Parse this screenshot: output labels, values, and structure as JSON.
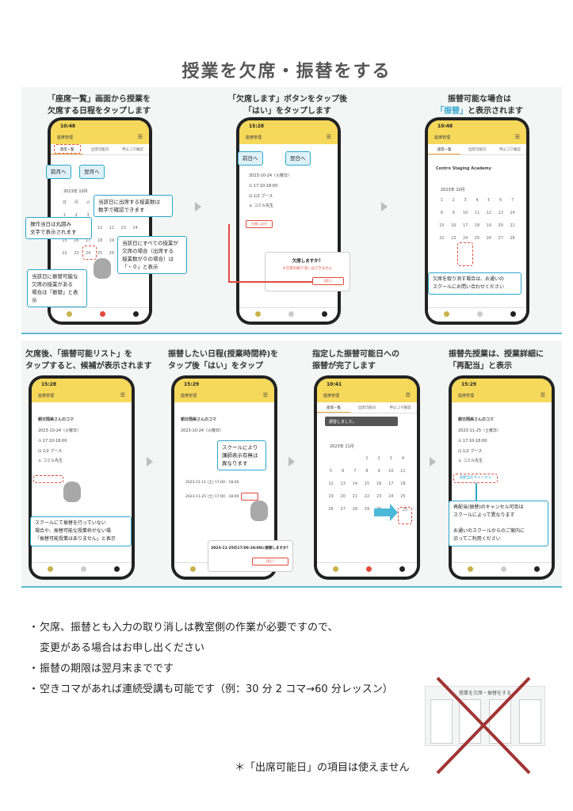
{
  "title": "授業を欠席・振替をする",
  "row1": {
    "step1": {
      "caption_l1": "「座席一覧」画面から授業を",
      "caption_l2": "欠席する日程をタップします"
    },
    "step2": {
      "caption_l1": "「欠席します」ボタンをタップ後",
      "caption_l2": "「はい」をタップします"
    },
    "step3": {
      "caption_l1": "振替可能な場合は",
      "caption_l2_hl": "「振替」",
      "caption_l2_rest": "と表示されます"
    }
  },
  "row2": {
    "step4": {
      "caption_l1": "欠席後、「振替可能リスト」を",
      "caption_l2": "タップすると、候補が表示されます"
    },
    "step5": {
      "caption_l1": "振替したい日程(授業時間枠)を",
      "caption_l2": "タップ後「はい」をタップ"
    },
    "step6": {
      "caption_l1": "指定した振替可能日への",
      "caption_l2": "振替が完了します"
    },
    "step7": {
      "caption_l1": "振替先授業は、授業詳細に",
      "caption_l2": "「再配当」と表示"
    }
  },
  "phone1": {
    "time": "10:48",
    "app": "座席管理",
    "tabs": [
      "座席一覧",
      "出席可能日",
      "申込コマ確認"
    ],
    "month": "2023年 10月",
    "callouts": {
      "prev": "前月へ",
      "next": "翌月へ",
      "count": "当該日に出席する授業数は\n数字で確認できます",
      "today": "操作当日は丸囲み\n文字で表示されます",
      "absent_all": "当該日にすべての授業が\n欠席の場合（出席する\n授業数が０の場合）は\n「・０」と表示",
      "transfer": "当該日に振替可能な\n欠席の授業がある\n場合は「振替」と表示"
    },
    "transfer_hl": "振替"
  },
  "phone2": {
    "time": "15:28",
    "app": "座席管理",
    "prev": "前日へ",
    "next": "翌日へ",
    "date": "2023-10-24（火曜日）",
    "dialog_title": "欠席しますか？",
    "dialog_sub": "※欠席の取り消しはできません",
    "yes": "はい"
  },
  "phone3": {
    "time": "10:48",
    "app": "座席管理",
    "tabs": [
      "座席一覧",
      "出席可能日",
      "申込コマ確認"
    ],
    "school": "Contro Staging Academy",
    "month": "2023年 10月",
    "note": "欠席を取り消す場合は、お通いの\nスクールにお問い合わせください"
  },
  "phone4": {
    "time": "15:28",
    "app": "座席管理",
    "name": "朝日翔美さんのコマ",
    "date": "2023-10-24（火曜日）",
    "note": "スクールにて振替を行っていない\n場合や、振替可能な授業枠がない場\n「振替可能授業はありません」と表示"
  },
  "phone5": {
    "time": "15:29",
    "app": "座席管理",
    "name": "朝日翔美さんのコマ",
    "date": "2023-10-24（火曜日）",
    "callout": "スクールにより\n講師表示有無は\n異なります",
    "slot1": "2023-11-11 (土) 17:00 - 18:00",
    "slot2": "2023-11-25 (土) 17:00 - 18:00",
    "dialog": "2023-11-25の17:00-18:00に振替しますか？",
    "yes": "はい"
  },
  "phone6": {
    "time": "10:41",
    "app": "座席管理",
    "tabs": [
      "座席一覧",
      "出席可能日",
      "申込コマ確認"
    ],
    "toast": "振替しました。",
    "month": "2023年 11月",
    "target_day": "25"
  },
  "phone7": {
    "time": "15:29",
    "app": "座席管理",
    "name": "朝日翔美さんのコマ",
    "date": "2023-11-25（土曜日）",
    "button": "再配当をキャンセル",
    "note": "再配当(振替)のキャンセル可否は\nスクールによって異なります\n\nお通いのスクールからのご案内に\n沿ってご利用ください"
  },
  "notes": [
    "欠席、振替とも入力の取り消しは教室側の作業が必要ですので、",
    "変更がある場合はお申し出ください",
    "振替の期限は翌月末までです",
    "空きコマがあれば連続受講も可能です（例：30 分 2 コマ→60 分レッスン）"
  ],
  "footnote": "＊「出席可能日」の項目は使えません",
  "thumb_title": "授業を欠席・振替をする"
}
